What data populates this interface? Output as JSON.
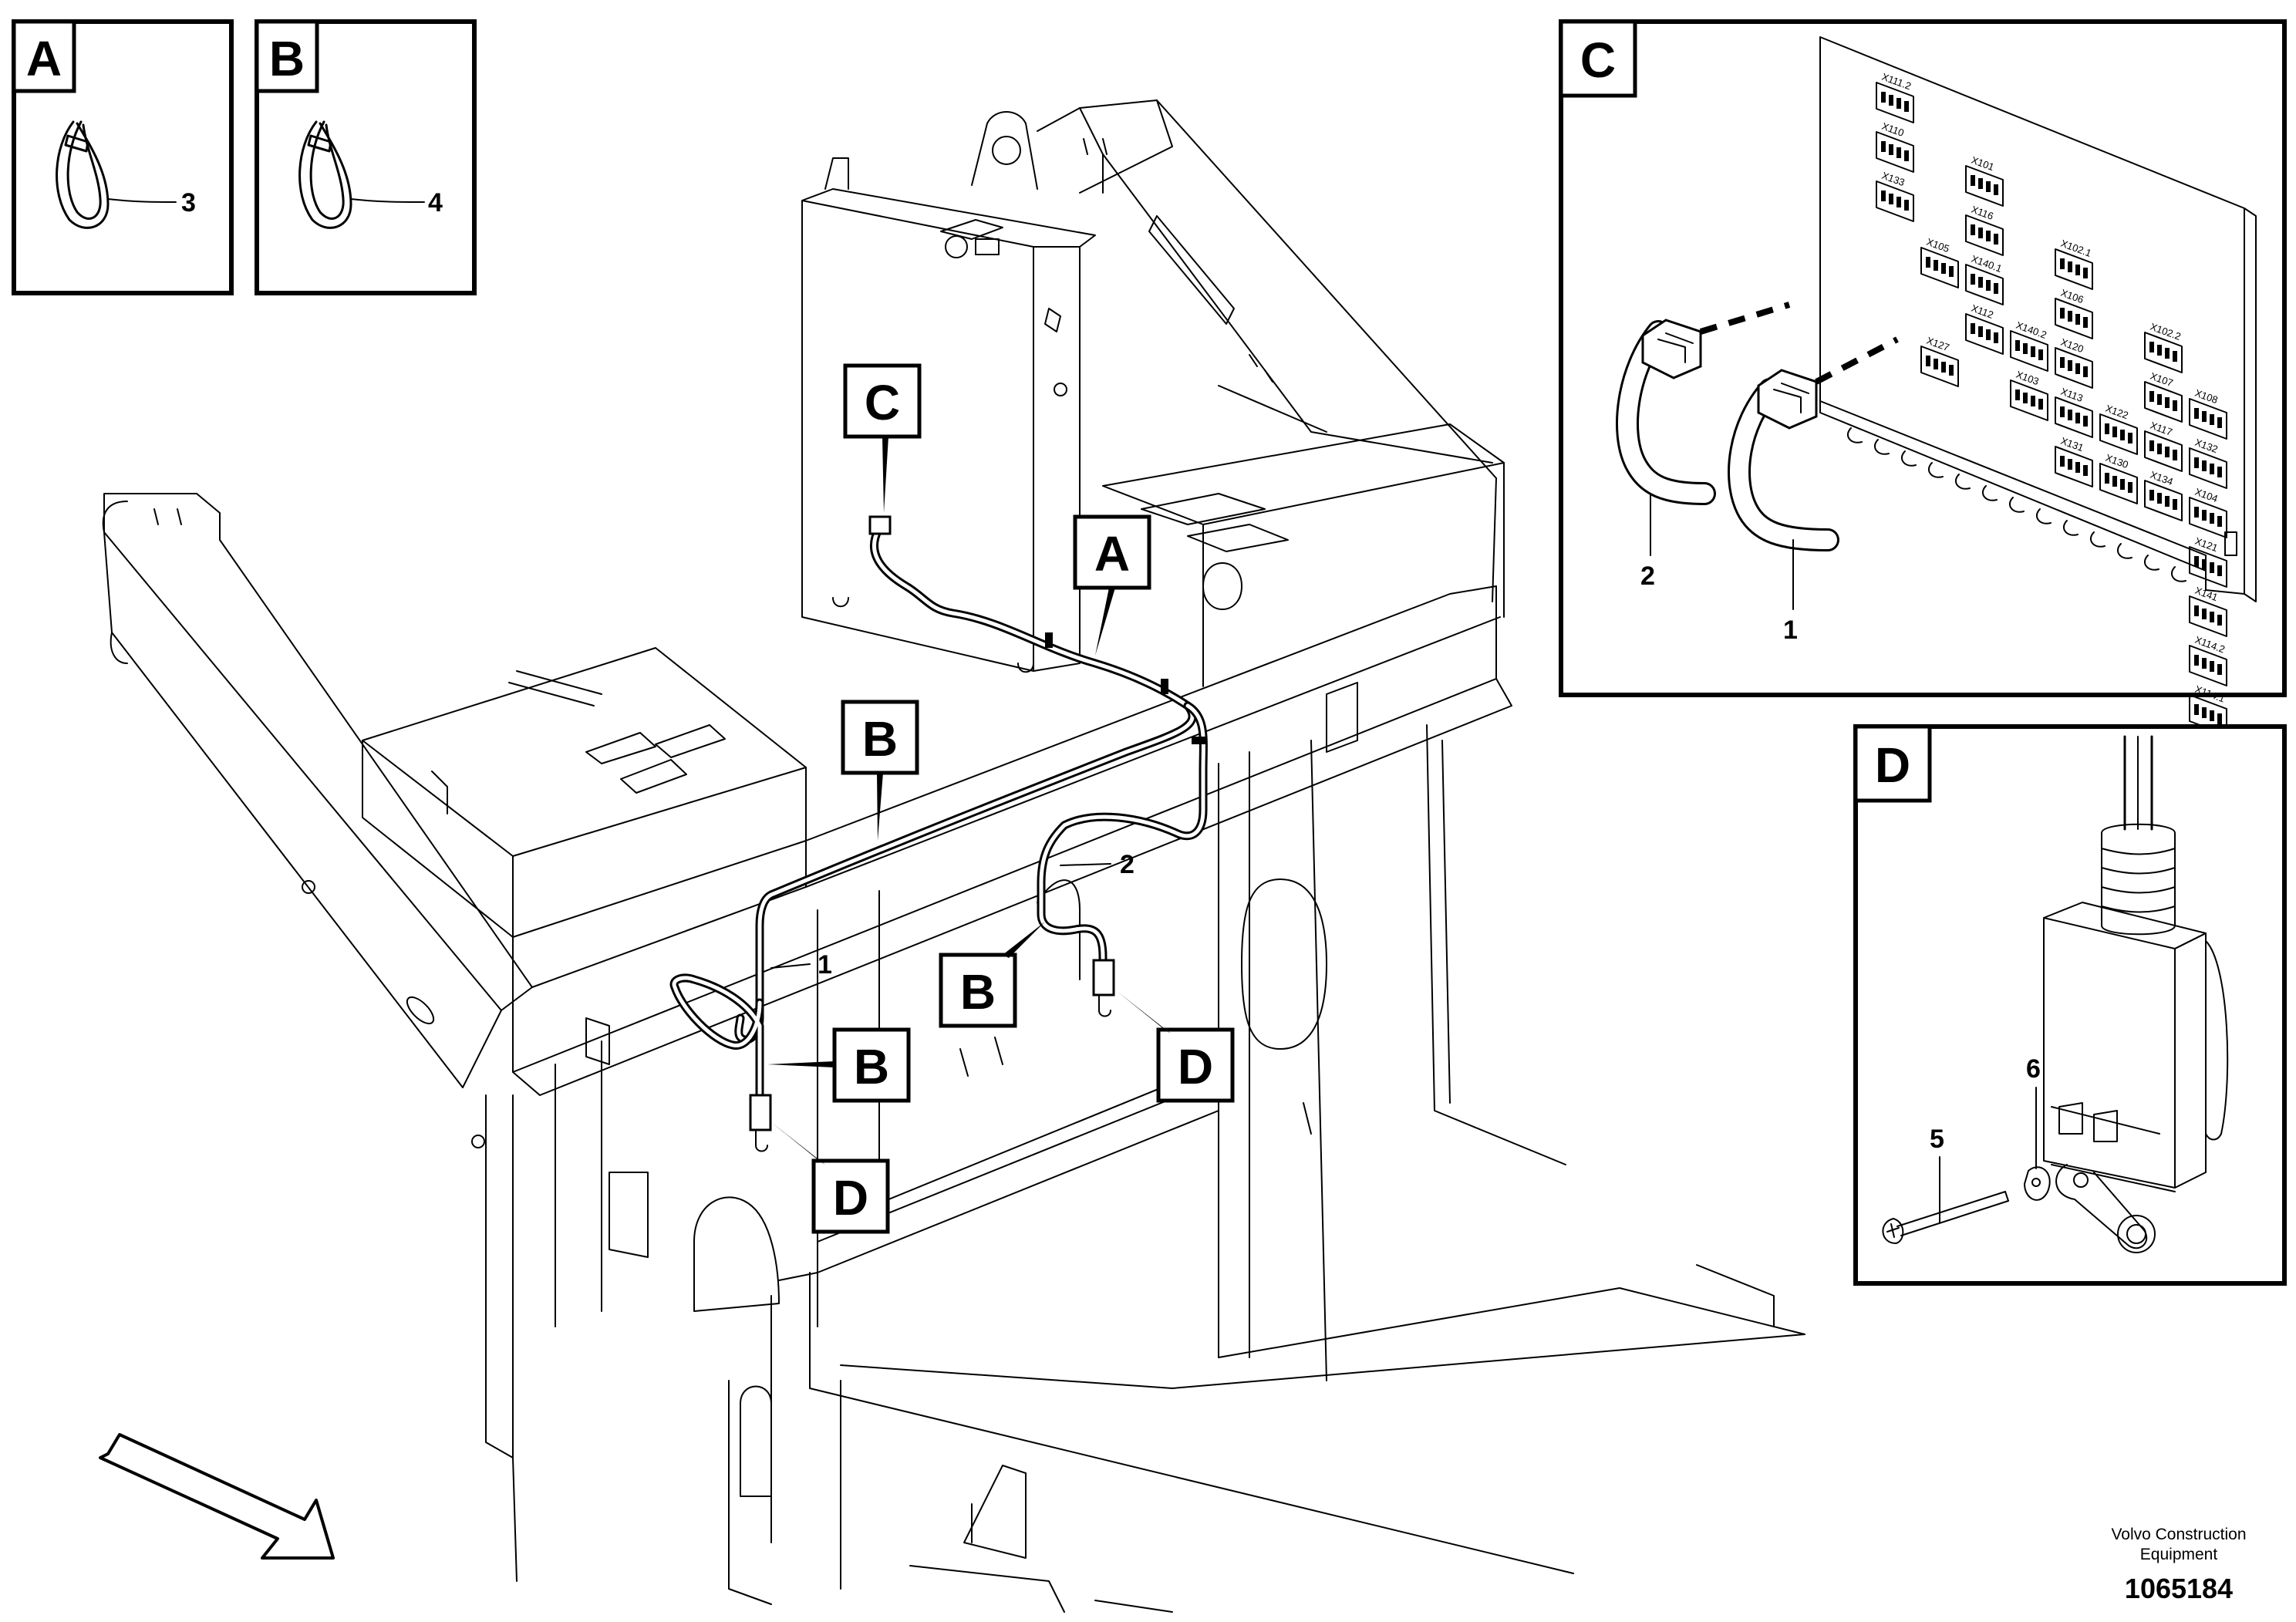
{
  "detail_tabs": {
    "A": "A",
    "B": "B",
    "C": "C",
    "D": "D"
  },
  "main_callouts": {
    "c_box": "C",
    "a_box": "A",
    "b_top": "B",
    "b_mid": "B",
    "b_left": "B",
    "d_left": "D",
    "d_right": "D"
  },
  "part_numbers": {
    "tie_a": "3",
    "tie_b": "4",
    "cable_1": "1",
    "cable_2": "2",
    "detail_c_cable_1": "1",
    "detail_c_cable_2": "2",
    "screw": "5",
    "washer": "6"
  },
  "connector_labels": [
    "X111.2",
    "X101",
    "X102.1",
    "X102.2",
    "X108",
    "X110",
    "X116",
    "X106",
    "X107",
    "X132",
    "X133",
    "X140.1",
    "X120",
    "X117",
    "X104",
    "X105",
    "X140.2",
    "X122",
    "X121",
    "X112",
    "X113",
    "X134",
    "X141",
    "X103",
    "X131",
    "X130",
    "X127",
    "X114.2",
    "X114.1"
  ],
  "footer": {
    "company_line1": "Volvo Construction",
    "company_line2": "Equipment",
    "drawing_number": "1065184"
  }
}
